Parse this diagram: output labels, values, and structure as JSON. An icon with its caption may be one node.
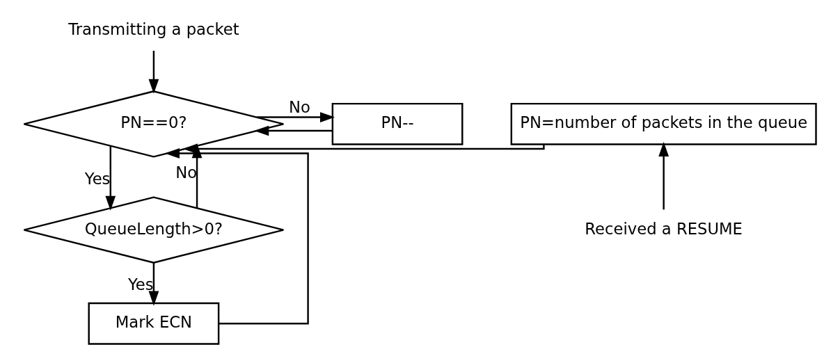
{
  "diagram": {
    "nodes": [
      {
        "text": [
          "Transmitting a packet"
        ]
      },
      {
        "text": [
          "PN==0?"
        ]
      },
      {
        "text": [
          "PN--"
        ]
      },
      {
        "text": [
          "PN=number of packets in the queue"
        ]
      },
      {
        "text": [
          "QueueLength>0?"
        ]
      },
      {
        "text": [
          "Received a RESUME"
        ]
      },
      {
        "text": [
          "Mark ECN"
        ]
      }
    ],
    "edges": [
      {
        "from": 0,
        "to": 1,
        "arrow": "to"
      },
      {
        "from": 3,
        "to": 1,
        "arrow": "to"
      },
      {
        "from": 2,
        "to": 1,
        "arrow": "to"
      },
      {
        "from": 4,
        "to": 1,
        "arrow": "to",
        "label": "No"
      },
      {
        "from": 6,
        "to": 1,
        "arrow": "to"
      },
      {
        "from": 1,
        "to": 2,
        "arrow": "to",
        "label": "No"
      },
      {
        "from": 1,
        "to": 4,
        "arrow": "to",
        "label": "Yes"
      },
      {
        "from": 4,
        "to": 6,
        "arrow": "to",
        "label": "Yes"
      },
      {
        "from": 5,
        "to": 3,
        "arrow": "to"
      }
    ]
  }
}
